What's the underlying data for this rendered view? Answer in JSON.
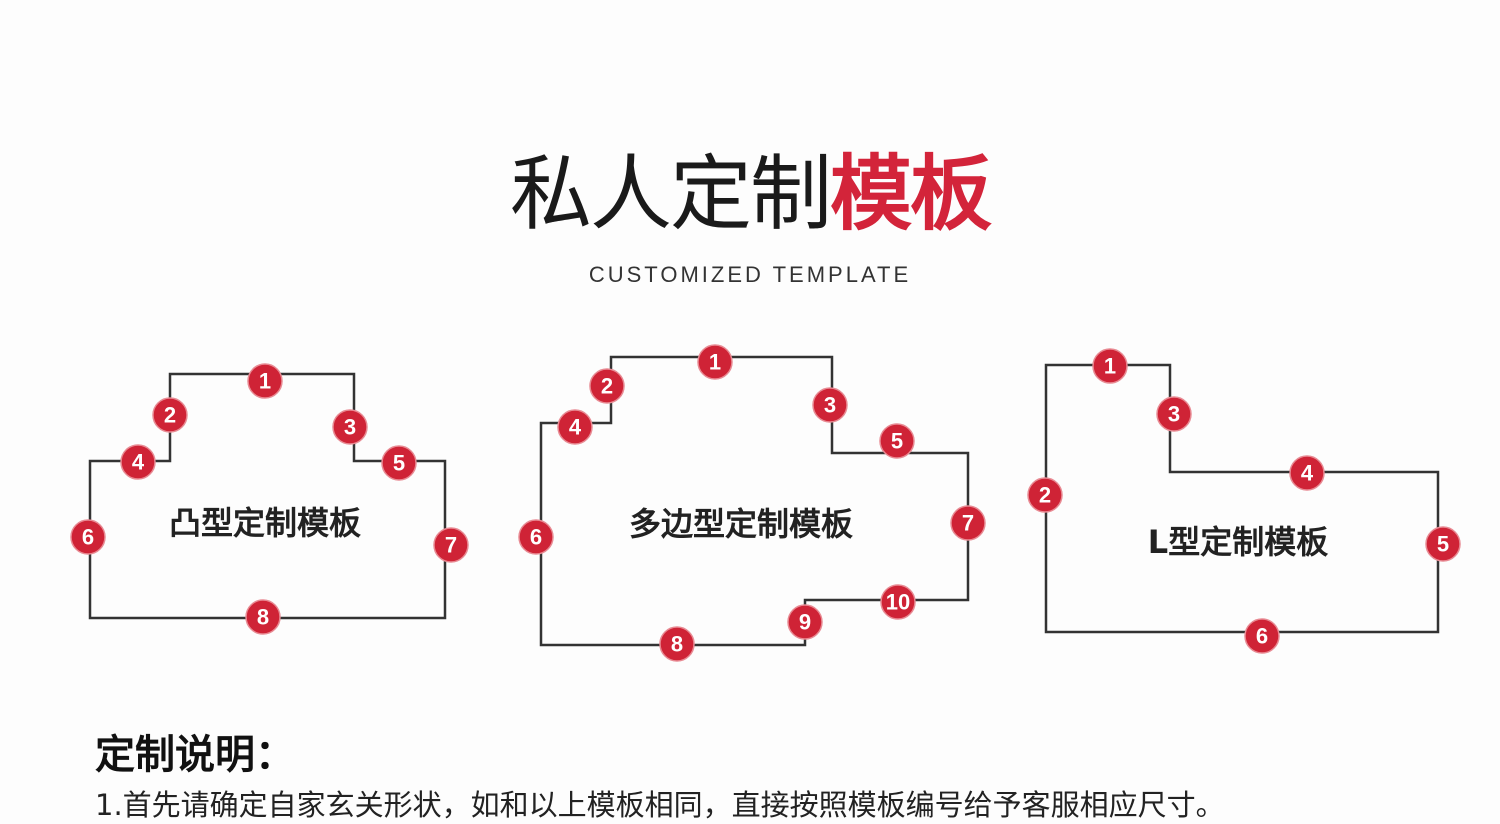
{
  "title": {
    "black": "私人定制",
    "red": "模板",
    "subtitle": "CUSTOMIZED TEMPLATE"
  },
  "templates": [
    {
      "label": "凸型定制模板",
      "badges": [
        "1",
        "2",
        "3",
        "4",
        "5",
        "6",
        "7",
        "8"
      ]
    },
    {
      "label": "多边型定制模板",
      "badges": [
        "1",
        "2",
        "3",
        "4",
        "5",
        "6",
        "7",
        "8",
        "9",
        "10"
      ]
    },
    {
      "label": "L型定制模板",
      "badges": [
        "1",
        "2",
        "3",
        "4",
        "5",
        "6"
      ]
    }
  ],
  "notes": {
    "heading": "定制说明：",
    "line1": "1.首先请确定自家玄关形状，如和以上模板相同，直接按照模板编号给予客服相应尺寸。"
  },
  "colors": {
    "accent": "#cf2336",
    "outline": "#333333"
  }
}
